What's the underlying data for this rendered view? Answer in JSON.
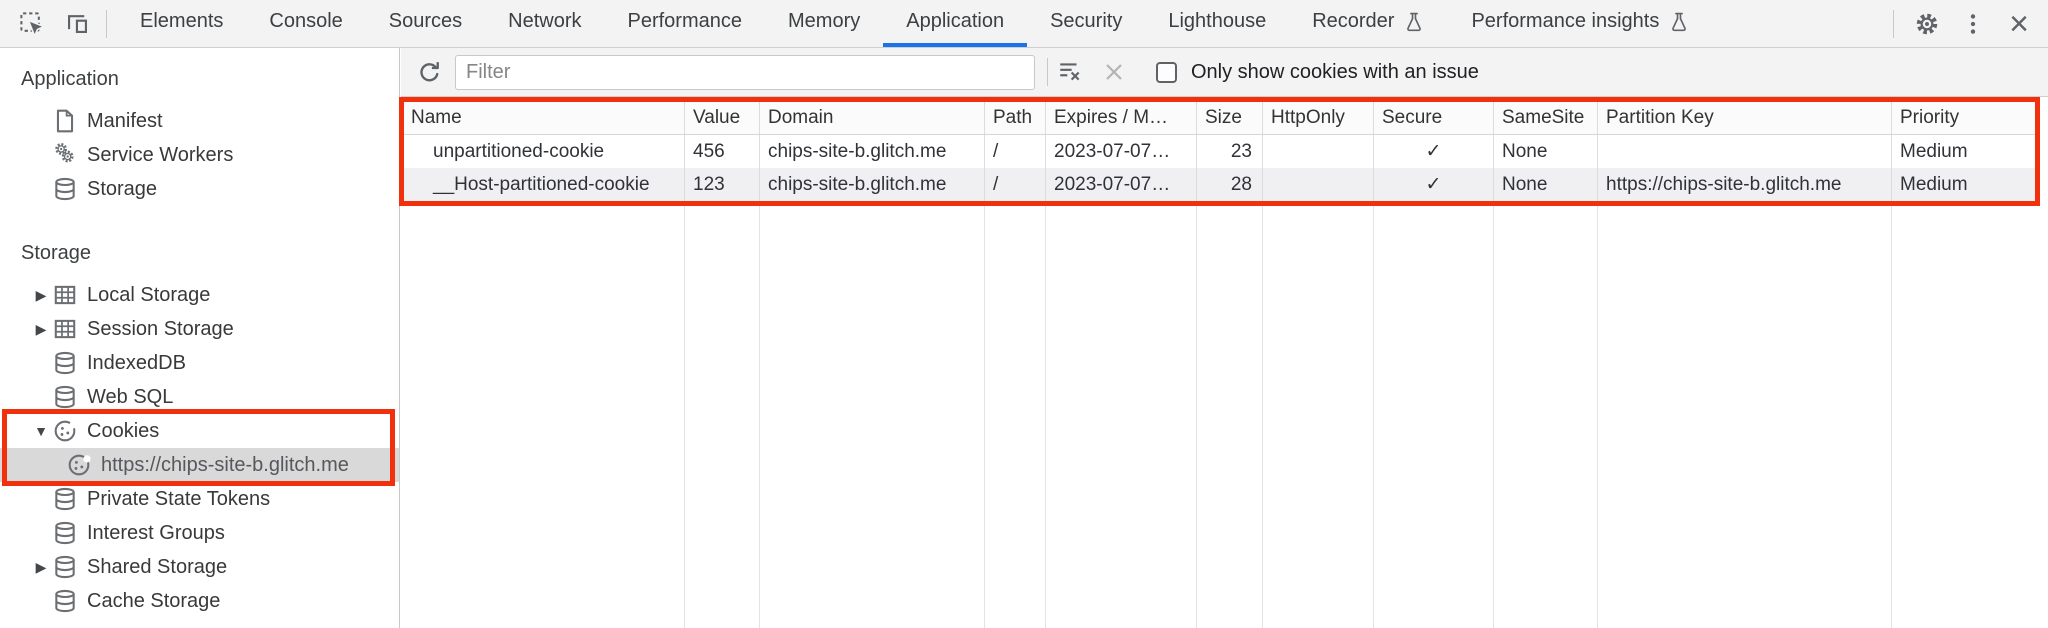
{
  "tab_bar": {
    "tabs": [
      "Elements",
      "Console",
      "Sources",
      "Network",
      "Performance",
      "Memory",
      "Application",
      "Security",
      "Lighthouse",
      "Recorder",
      "Performance insights"
    ],
    "selected_tab": "Application"
  },
  "sidebar": {
    "sections": [
      {
        "title": "Application",
        "items": [
          {
            "label": "Manifest",
            "icon": "document-icon"
          },
          {
            "label": "Service Workers",
            "icon": "gears-icon"
          },
          {
            "label": "Storage",
            "icon": "database-icon"
          }
        ]
      },
      {
        "title": "Storage",
        "items": [
          {
            "disclosure": "▶",
            "label": "Local Storage",
            "icon": "table-icon"
          },
          {
            "disclosure": "▶",
            "label": "Session Storage",
            "icon": "table-icon"
          },
          {
            "label": "IndexedDB",
            "icon": "database-icon"
          },
          {
            "label": "Web SQL",
            "icon": "database-icon"
          },
          {
            "disclosure": "▼",
            "label": "Cookies",
            "icon": "cookie-icon",
            "highlighted": true
          },
          {
            "label": "https://chips-site-b.glitch.me",
            "icon": "cookie-icon",
            "selected": true,
            "nested": true,
            "highlighted": true
          },
          {
            "label": "Private State Tokens",
            "icon": "database-icon"
          },
          {
            "label": "Interest Groups",
            "icon": "database-icon"
          },
          {
            "disclosure": "▶",
            "label": "Shared Storage",
            "icon": "database-icon"
          },
          {
            "label": "Cache Storage",
            "icon": "database-icon"
          }
        ]
      }
    ]
  },
  "toolbar": {
    "filter_placeholder": "Filter",
    "only_issue_label": "Only show cookies with an issue",
    "checkbox_checked": false
  },
  "cookie_table": {
    "columns": [
      "Name",
      "Value",
      "Domain",
      "Path",
      "Expires / M…",
      "Size",
      "HttpOnly",
      "Secure",
      "SameSite",
      "Partition Key",
      "Priority"
    ],
    "rows": [
      {
        "name": "unpartitioned-cookie",
        "value": "456",
        "domain": "chips-site-b.glitch.me",
        "path": "/",
        "expires": "2023-07-07…",
        "size": "23",
        "httponly": "",
        "secure": "✓",
        "samesite": "None",
        "partition_key": "",
        "priority": "Medium"
      },
      {
        "name": "__Host-partitioned-cookie",
        "value": "123",
        "domain": "chips-site-b.glitch.me",
        "path": "/",
        "expires": "2023-07-07…",
        "size": "28",
        "httponly": "",
        "secure": "✓",
        "samesite": "None",
        "partition_key": "https://chips-site-b.glitch.me",
        "priority": "Medium"
      }
    ]
  },
  "icons": {
    "inspect": "inspect-element-icon",
    "device": "device-toolbar-icon",
    "flask": "experiment-flask-icon",
    "settings": "gear-icon",
    "more": "more-menu-icon",
    "close": "close-icon",
    "refresh": "refresh-icon",
    "clear_filter": "clear-filter-icon",
    "clear": "clear-icon",
    "checkbox": "issue-filter-checkbox"
  },
  "colors": {
    "accent_blue": "#1a73e8",
    "highlight_red": "#f1300e",
    "selected_row_bg": "#d9d9d9",
    "toolbar_bg": "#f3f3f3",
    "icon_gray": "#5f6368"
  }
}
